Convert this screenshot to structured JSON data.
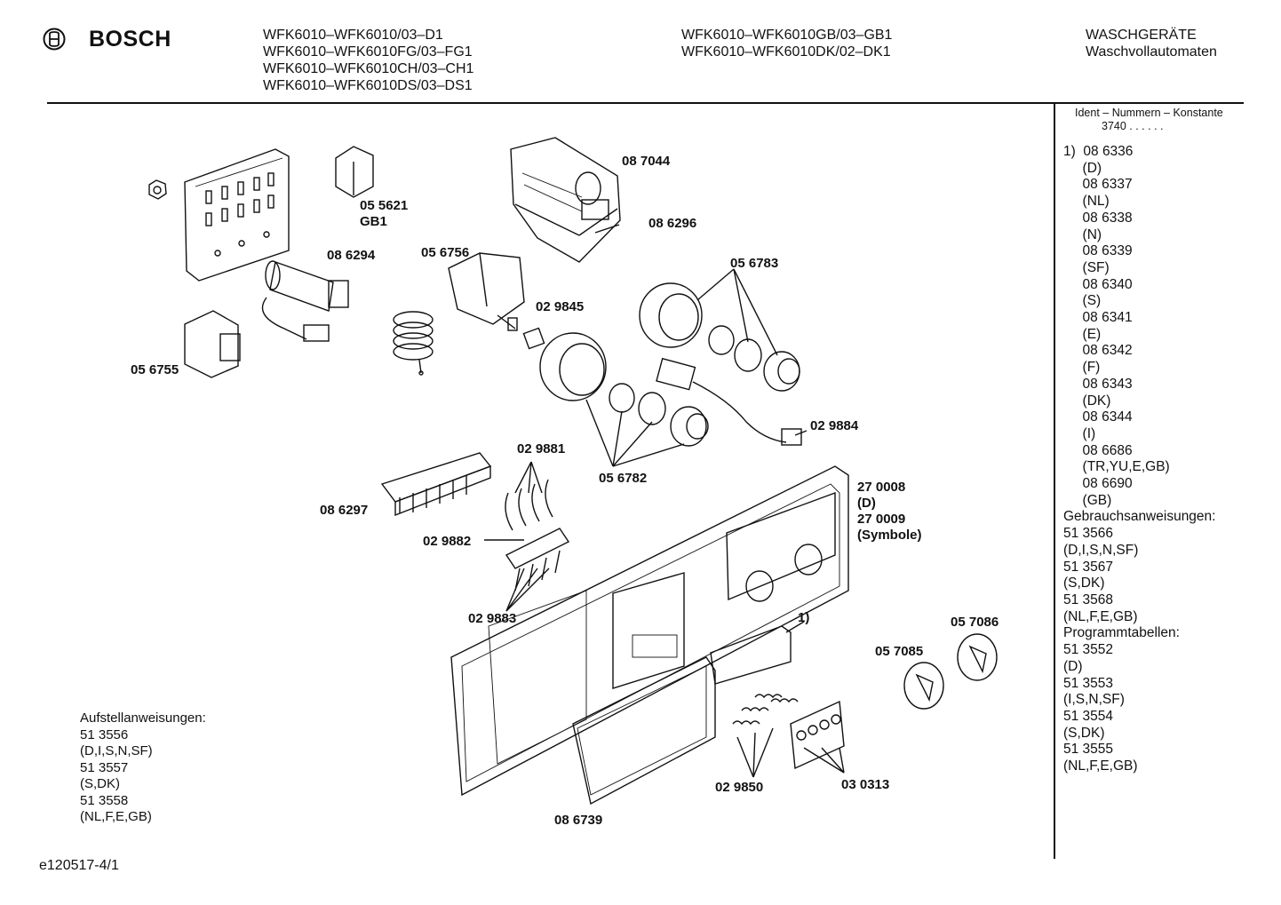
{
  "header": {
    "brand": "BOSCH",
    "models_col1": [
      "WFK6010–WFK6010/03–D1",
      "WFK6010–WFK6010FG/03–FG1",
      "WFK6010–WFK6010CH/03–CH1",
      "WFK6010–WFK6010DS/03–DS1"
    ],
    "models_col2": [
      "WFK6010–WFK6010GB/03–GB1",
      "WFK6010–WFK6010DK/02–DK1"
    ],
    "category": [
      "WASCHGERÄTE",
      "Waschvollautomaten"
    ]
  },
  "sidebar": {
    "ident_title": "Ident – Nummern – Konstante",
    "ident_value": "3740 . . . . . .",
    "lines": [
      "1)  08 6336",
      "     (D)",
      "     08 6337",
      "     (NL)",
      "     08 6338",
      "     (N)",
      "     08 6339",
      "     (SF)",
      "     08 6340",
      "     (S)",
      "     08 6341",
      "     (E)",
      "     08 6342",
      "     (F)",
      "     08 6343",
      "     (DK)",
      "     08 6344",
      "     (I)",
      "     08 6686",
      "     (TR,YU,E,GB)",
      "     08 6690",
      "     (GB)",
      "Gebrauchsanweisungen:",
      "51 3566",
      "(D,I,S,N,SF)",
      "51 3567",
      "(S,DK)",
      "51 3568",
      "(NL,F,E,GB)",
      "Programmtabellen:",
      "51 3552",
      "(D)",
      "51 3553",
      "(I,S,N,SF)",
      "51 3554",
      "(S,DK)",
      "51 3555",
      "(NL,F,E,GB)"
    ]
  },
  "parts": {
    "p087044": "08 7044",
    "p086296": "08 6296",
    "p055621": "05 5621",
    "gb1": "GB1",
    "p086294": "08 6294",
    "p056756": "05 6756",
    "p056783": "05 6783",
    "p029845": "02 9845",
    "p056755": "05 6755",
    "p029884": "02 9884",
    "p029881": "02 9881",
    "p056782": "05 6782",
    "p086297": "08 6297",
    "panel": [
      "27 0008",
      "(D)",
      "27 0009",
      "(Symbole)"
    ],
    "p029882": "02 9882",
    "p029883": "02 9883",
    "note1": "1)",
    "p057086": "05 7086",
    "p057085": "05 7085",
    "p029850": "02 9850",
    "p030313": "03 0313",
    "p086739": "08 6739"
  },
  "notes": [
    "Aufstellanweisungen:",
    "51 3556",
    "(D,I,S,N,SF)",
    "51 3557",
    "(S,DK)",
    "51 3558",
    "(NL,F,E,GB)"
  ],
  "footer": "e120517-4/1"
}
